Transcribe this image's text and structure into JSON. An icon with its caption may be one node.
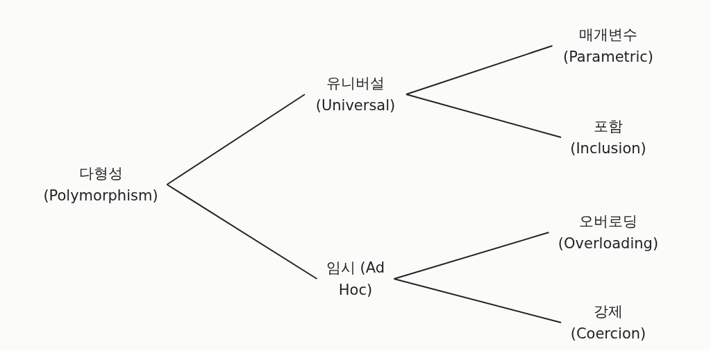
{
  "diagram": {
    "nodes": [
      {
        "text": [
          "다형성 (Polymorphism)"
        ]
      },
      {
        "text": [
          "유니버설 (Universal)"
        ]
      },
      {
        "text": [
          "매개변수 (Parametric)"
        ]
      },
      {
        "text": [
          "포함 (Inclusion)"
        ]
      },
      {
        "text": [
          "임시 (Ad Hoc)"
        ]
      },
      {
        "text": [
          "오버로딩 (Overloading)"
        ]
      },
      {
        "text": [
          "강제 (Coercion)"
        ]
      }
    ],
    "edges": [
      {
        "from": 0,
        "to": 1,
        "arrow": "none"
      },
      {
        "from": 0,
        "to": 4,
        "arrow": "none"
      },
      {
        "from": 1,
        "to": 2,
        "arrow": "none"
      },
      {
        "from": 1,
        "to": 3,
        "arrow": "none"
      },
      {
        "from": 4,
        "to": 5,
        "arrow": "none"
      },
      {
        "from": 4,
        "to": 6,
        "arrow": "none"
      }
    ]
  }
}
